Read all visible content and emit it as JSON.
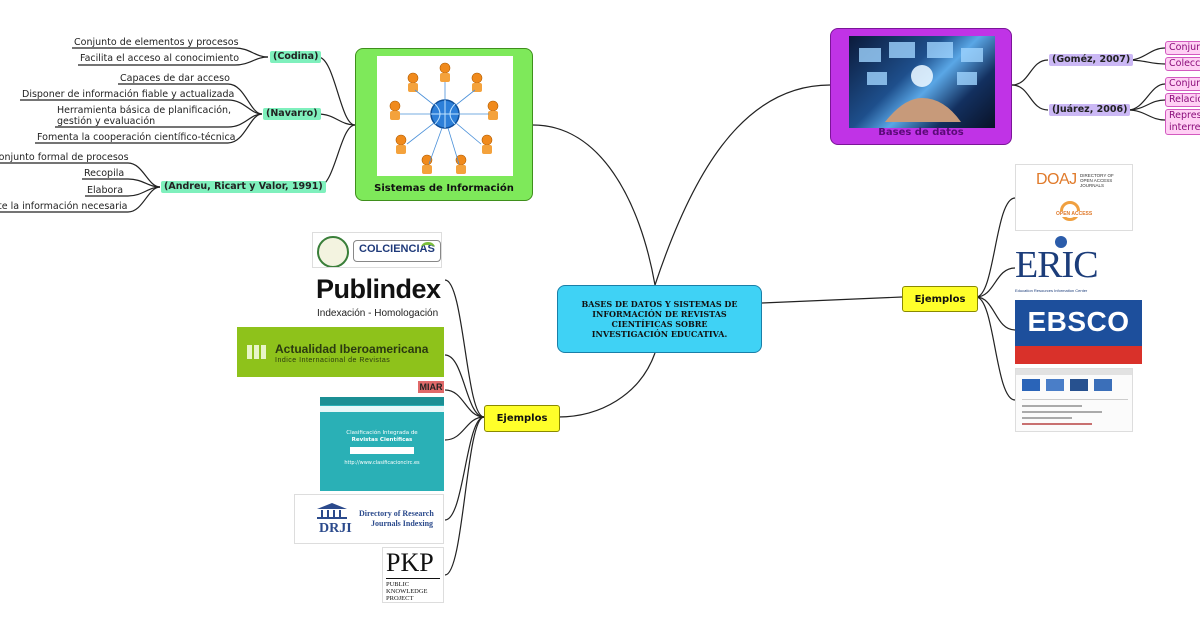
{
  "central": {
    "text": "BASES DE DATOS Y SISTEMAS DE INFORMACIÓN DE REVISTAS CIENTÍFICAS SOBRE INVESTIGACIÓN EDUCATIVA."
  },
  "sistemas": {
    "title": "Sistemas de Información",
    "codina": {
      "cite": "(Codina)",
      "items": [
        "Conjunto de elementos y procesos",
        "Facilita el acceso al conocimiento"
      ]
    },
    "navarro": {
      "cite": "(Navarro)",
      "items": [
        "Capaces de dar acceso",
        "Disponer de información fiable y actualizada",
        "Herramienta básica de planificación,",
        "gestión y evaluación",
        "Fomenta la cooperación científico-técnica"
      ]
    },
    "andreu": {
      "cite": "(Andreu, Ricart y Valor, 1991)",
      "items": [
        "Conjunto formal de procesos",
        "Recopila",
        "Elabora",
        "te la información necesaria"
      ]
    }
  },
  "bases": {
    "title": "Bases de datos",
    "gomez": {
      "cite": "(Goméz, 2007)",
      "items": [
        "Conjunt",
        "Colecció"
      ]
    },
    "juarez": {
      "cite": "(Juárez, 2006)",
      "items": [
        "Conjunt",
        "Relacio",
        "Represe",
        "interrela"
      ]
    }
  },
  "ejemplos_left": {
    "label": "Ejemplos",
    "colciencias": "COLCIENCIAS",
    "publindex": "Publindex",
    "publindex_sub": "Indexación - Homologación",
    "actualidad": "Actualidad Iberoamericana",
    "actualidad_sub": "Indice Internacional de Revistas",
    "miar": "MIAR",
    "circ_title": "Clasificación Integrada de",
    "circ_title2": "Revistas Científicas",
    "circ_url": "http://www.clasificacioncirc.es",
    "drji": "DRJI",
    "drji_name": "Directory of Research",
    "drji_name2": "Journals Indexing",
    "pkp": "PKP",
    "pkp_lines": [
      "PUBLIC",
      "KNOWLEDGE",
      "PROJECT"
    ]
  },
  "ejemplos_right": {
    "label": "Ejemplos",
    "doaj": "DOAJ",
    "doaj_sub1": "DIRECTORY OF",
    "doaj_sub2": "OPEN ACCESS",
    "doaj_sub3": "JOURNALS",
    "doaj_oa": "OPEN ACCESS",
    "eric": "ERIC",
    "eric_sub": "Education Resources Information Center",
    "ebsco": "EBSCO"
  },
  "colors": {
    "central": "#3fd2f5",
    "sistemas": "#7ee95a",
    "bases": "#c033e6",
    "ejemplos": "#ffff2a",
    "cite_green": "#7ff0bd",
    "cite_purple": "#cbb8f5",
    "tag_pink": "#ffd0f4"
  }
}
